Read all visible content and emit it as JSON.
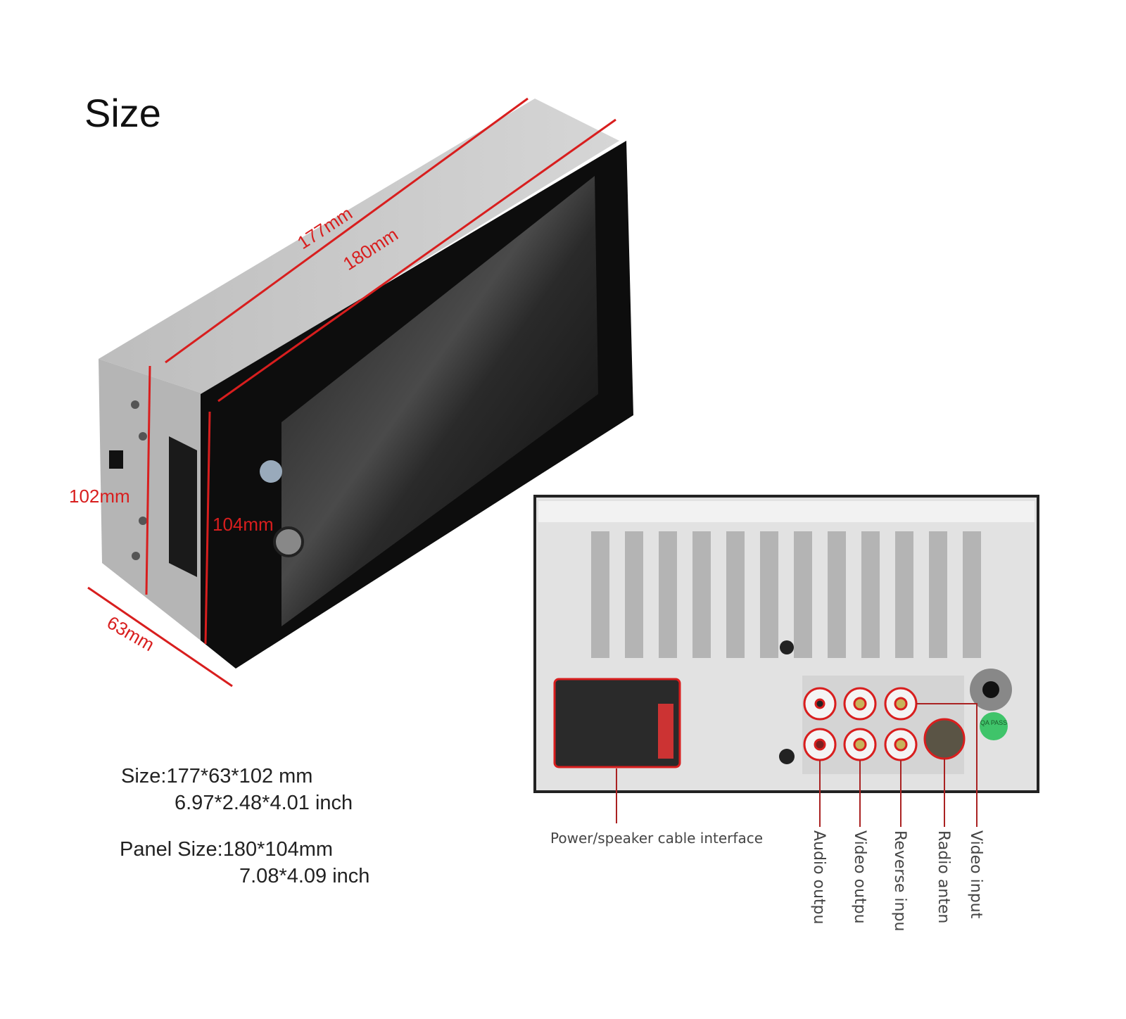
{
  "title": "Size",
  "dimensions": {
    "length_top": "177mm",
    "panel_width": "180mm",
    "height": "102mm",
    "panel_height": "104mm",
    "depth": "63mm"
  },
  "specs": {
    "size_mm": "Size:177*63*102 mm",
    "size_inch": "6.97*2.48*4.01 inch",
    "panel_mm": "Panel Size:180*104mm",
    "panel_inch": "7.08*4.09 inch"
  },
  "rear_labels": {
    "power": "Power/speaker cable interface",
    "audio_out": "Audio outpu",
    "video_out": "Video outpu",
    "reverse_in": "Reverse inpu",
    "radio_antenna": "Radio anten",
    "video_in": "Video input"
  },
  "badge": "QA PASS",
  "colors": {
    "annotation": "#d81e1e",
    "chassis": "#c8c8c8",
    "bezel": "#111111",
    "badge": "#3fc46a"
  }
}
